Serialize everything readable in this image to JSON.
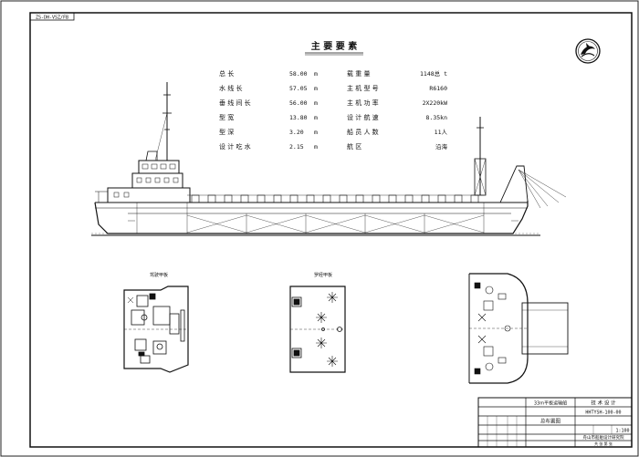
{
  "sheet": {
    "corner_tag": "ZS-DH-VSZ/FB",
    "title": "主 要 要 素"
  },
  "particulars": {
    "left": [
      {
        "label": "总 长",
        "value": "58.00",
        "unit": "m"
      },
      {
        "label": "水 线 长",
        "value": "57.05",
        "unit": "m"
      },
      {
        "label": "垂 线 间 长",
        "value": "56.00",
        "unit": "m"
      },
      {
        "label": "型 宽",
        "value": "13.80",
        "unit": "m"
      },
      {
        "label": "型 深",
        "value": "3.20",
        "unit": "m"
      },
      {
        "label": "设 计 吃 水",
        "value": "2.15",
        "unit": "m"
      }
    ],
    "right": [
      {
        "label": "载 重 量",
        "value": "1148总 t"
      },
      {
        "label": "主 机 型 号",
        "value": "R6160"
      },
      {
        "label": "主 机 功 率",
        "value": "2X220kW"
      },
      {
        "label": "设 计 航 速",
        "value": "8.35kn"
      },
      {
        "label": "船 员 人 数",
        "value": "11人"
      },
      {
        "label": "航 区",
        "value": "沿海"
      }
    ]
  },
  "views": {
    "plan1_caption": "驾驶甲板",
    "plan2_caption": "罗经甲板"
  },
  "title_block": {
    "project": "33m平板运输船",
    "stage": "技 术 设 计",
    "drawing_no": "HHTYSH-100-00",
    "drawing_name": "总布置图",
    "company": "舟山市船舶设计研究院",
    "scale": "1:100",
    "footer": "共 张 第 张"
  },
  "logo": {
    "name": "design-institute-seal"
  }
}
